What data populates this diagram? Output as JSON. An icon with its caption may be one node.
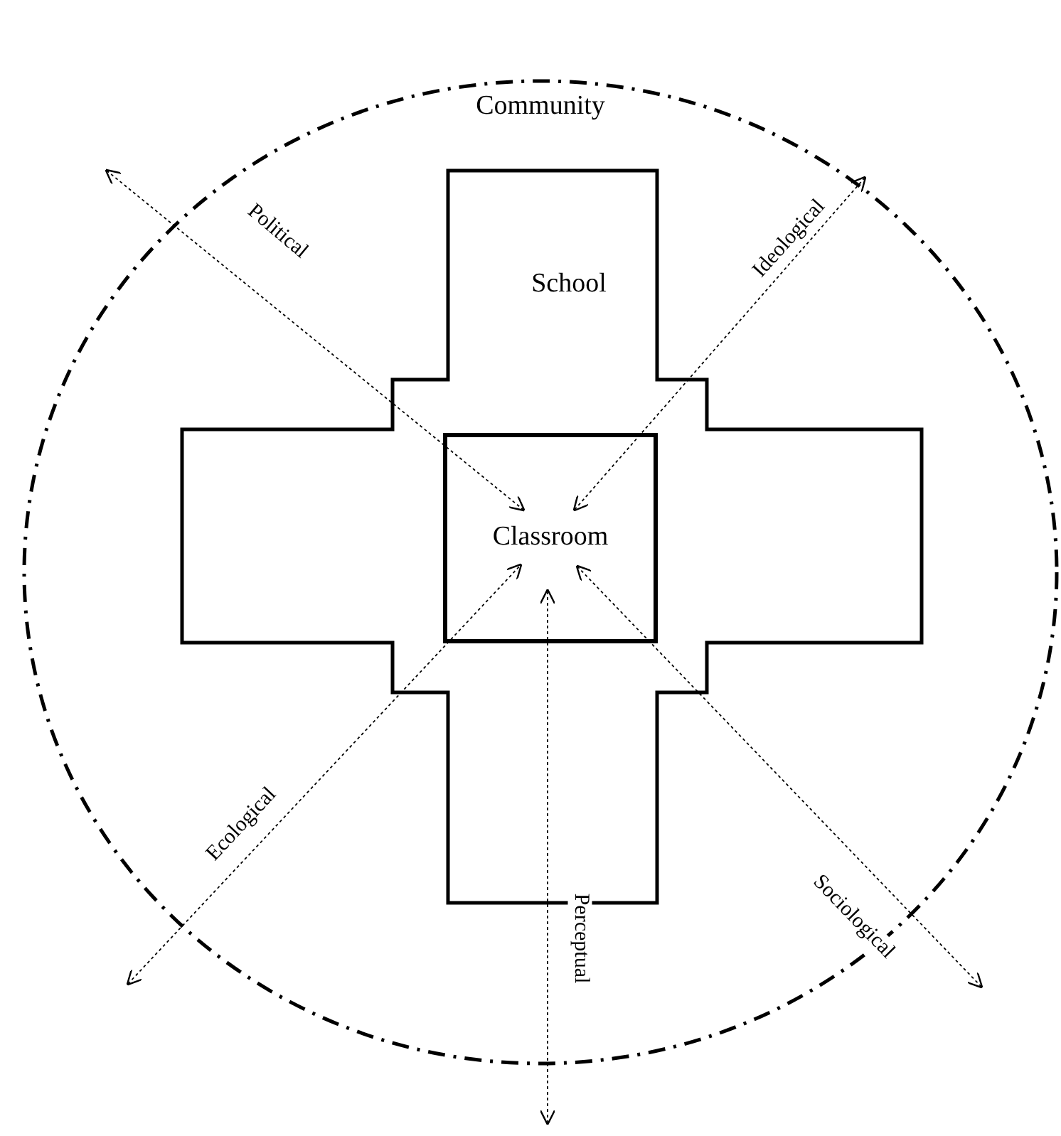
{
  "diagram": {
    "nodes": [
      {
        "text": [
          "Community"
        ]
      },
      {
        "text": [
          "School"
        ],
        "in": 0
      },
      {
        "text": [
          "Classroom"
        ],
        "in": 1
      }
    ],
    "edges": [
      {
        "from": null,
        "to": 2,
        "arrow": "both",
        "label": "Political",
        "style": "dashed"
      },
      {
        "from": null,
        "to": 2,
        "arrow": "both",
        "label": "Ideological",
        "style": "dashed"
      },
      {
        "from": null,
        "to": 2,
        "arrow": "both",
        "label": "Ecological",
        "style": "dashed"
      },
      {
        "from": null,
        "to": 2,
        "arrow": "both",
        "label": "Sociological",
        "style": "dashed"
      },
      {
        "from": null,
        "to": 2,
        "arrow": "both",
        "label": "Perceptual",
        "style": "dashed"
      }
    ]
  }
}
